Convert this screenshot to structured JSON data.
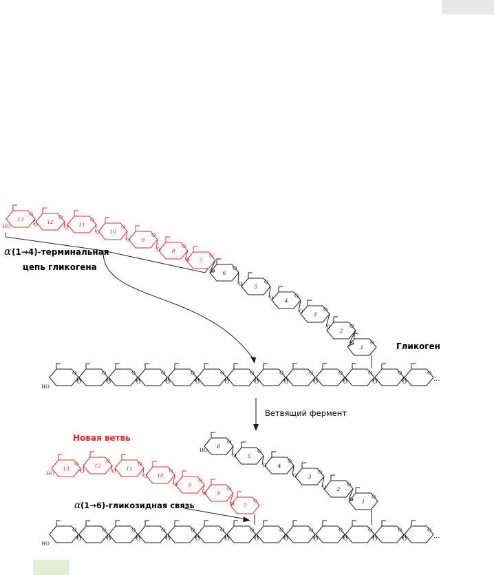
{
  "labels": {
    "terminal_chain": {
      "alpha": "α",
      "bracket": "(1→4)-терминальная",
      "line2": "цепь гликогена"
    },
    "glycogen": "Гликоген",
    "branching_enzyme": "Ветвящий фермент",
    "new_branch": "Новая ветвь",
    "glycosidic_bond": {
      "alpha": "α",
      "rest": "(1→6)-гликозидная связь"
    }
  },
  "ring_numbers": [
    "1",
    "2",
    "3",
    "4",
    "5",
    "6",
    "7",
    "8",
    "9",
    "10",
    "11",
    "12",
    "13"
  ],
  "atoms": {
    "oxygen": "O",
    "hydroxyl": "HO",
    "ellipsis": "···"
  },
  "colors": {
    "ink": "#1a1a1a",
    "accent": "#d42a2a",
    "gray_tab": "#e8e8e8",
    "green_tab": "#e3efd2"
  }
}
